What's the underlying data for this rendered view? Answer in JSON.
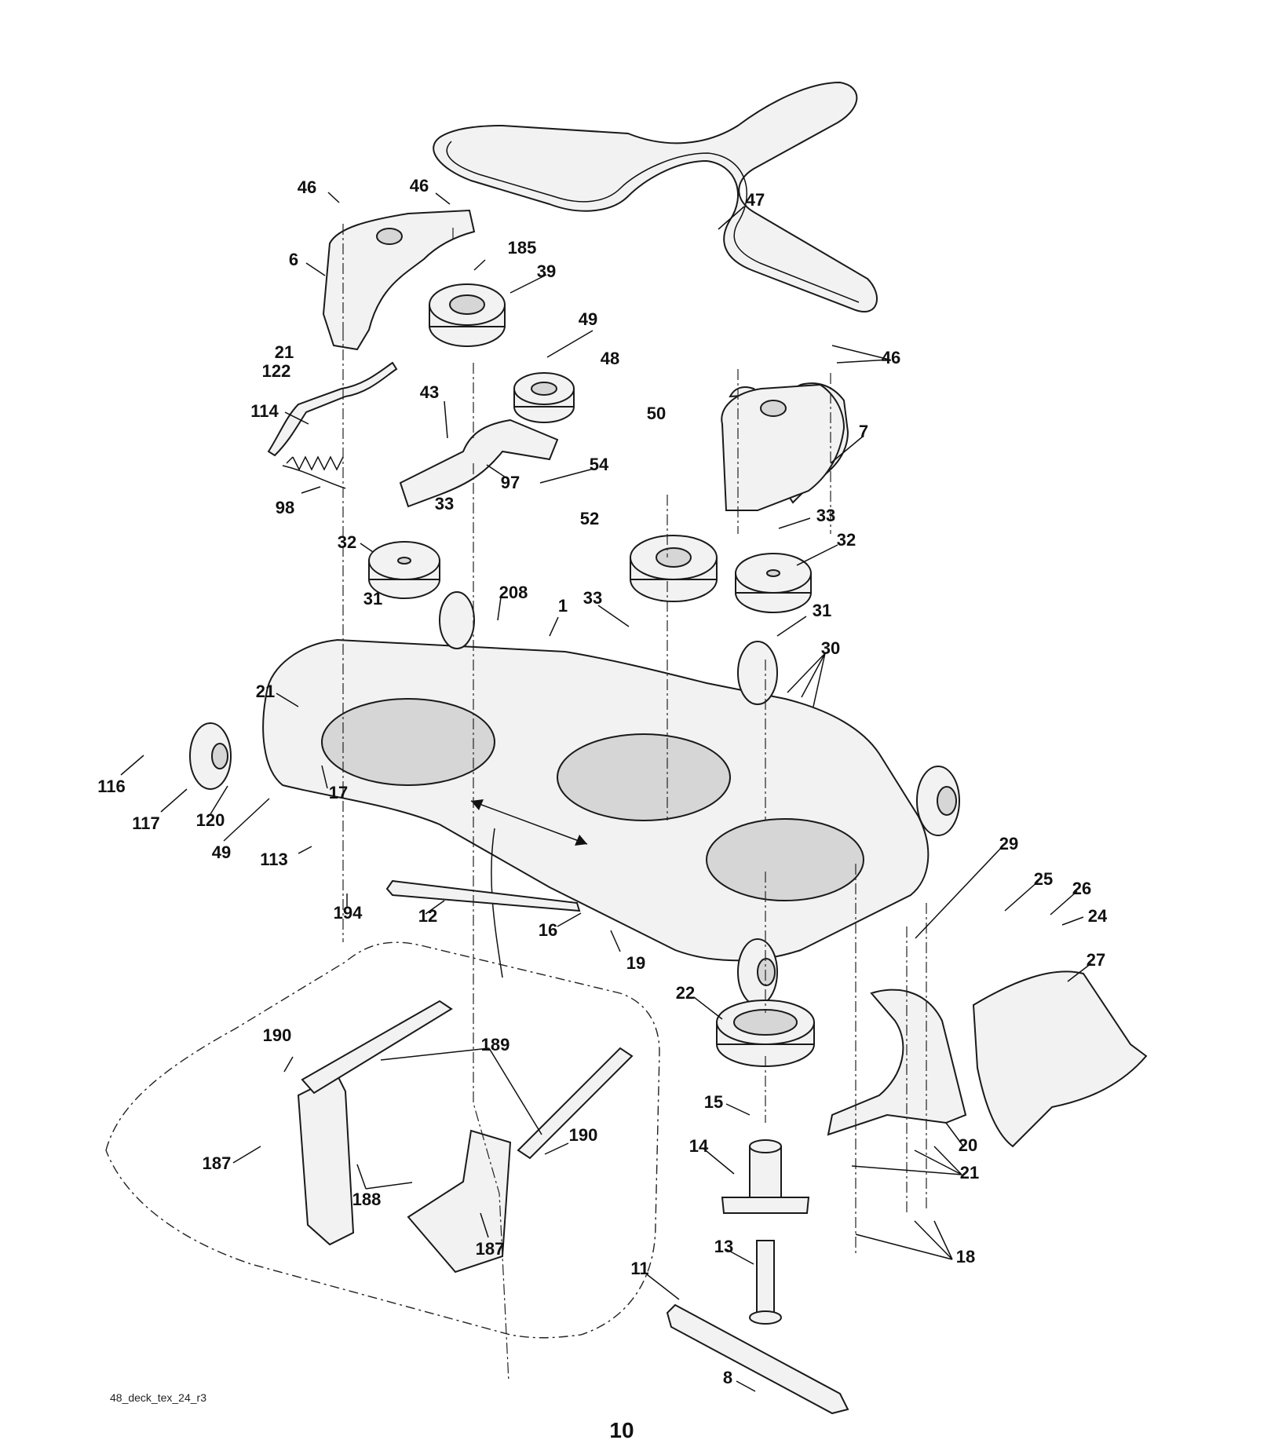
{
  "diagram": {
    "file_label": "48_deck_tex_24_r3",
    "page_number": "10",
    "callouts": [
      {
        "id": "c46a",
        "text": "46"
      },
      {
        "id": "c46b",
        "text": "46"
      },
      {
        "id": "c47",
        "text": "47"
      },
      {
        "id": "c6",
        "text": "6"
      },
      {
        "id": "c185",
        "text": "185"
      },
      {
        "id": "c39",
        "text": "39"
      },
      {
        "id": "c49a",
        "text": "49"
      },
      {
        "id": "c48",
        "text": "48"
      },
      {
        "id": "c46c",
        "text": "46"
      },
      {
        "id": "c21a",
        "text": "21"
      },
      {
        "id": "c122",
        "text": "122"
      },
      {
        "id": "c43",
        "text": "43"
      },
      {
        "id": "c50",
        "text": "50"
      },
      {
        "id": "c7",
        "text": "7"
      },
      {
        "id": "c114",
        "text": "114"
      },
      {
        "id": "c54",
        "text": "54"
      },
      {
        "id": "c97",
        "text": "97"
      },
      {
        "id": "c98",
        "text": "98"
      },
      {
        "id": "c33a",
        "text": "33"
      },
      {
        "id": "c52",
        "text": "52"
      },
      {
        "id": "c33b",
        "text": "33"
      },
      {
        "id": "c32a",
        "text": "32"
      },
      {
        "id": "c32b",
        "text": "32"
      },
      {
        "id": "c208",
        "text": "208"
      },
      {
        "id": "c31a",
        "text": "31"
      },
      {
        "id": "c1",
        "text": "1"
      },
      {
        "id": "c33c",
        "text": "33"
      },
      {
        "id": "c31b",
        "text": "31"
      },
      {
        "id": "c30",
        "text": "30"
      },
      {
        "id": "c21b",
        "text": "21"
      },
      {
        "id": "c116",
        "text": "116"
      },
      {
        "id": "c17",
        "text": "17"
      },
      {
        "id": "c117",
        "text": "117"
      },
      {
        "id": "c120",
        "text": "120"
      },
      {
        "id": "c49b",
        "text": "49"
      },
      {
        "id": "c113",
        "text": "113"
      },
      {
        "id": "c29",
        "text": "29"
      },
      {
        "id": "c25",
        "text": "25"
      },
      {
        "id": "c26",
        "text": "26"
      },
      {
        "id": "c24",
        "text": "24"
      },
      {
        "id": "c194",
        "text": "194"
      },
      {
        "id": "c12",
        "text": "12"
      },
      {
        "id": "c16",
        "text": "16"
      },
      {
        "id": "c19",
        "text": "19"
      },
      {
        "id": "c27",
        "text": "27"
      },
      {
        "id": "c22",
        "text": "22"
      },
      {
        "id": "c190a",
        "text": "190"
      },
      {
        "id": "c189",
        "text": "189"
      },
      {
        "id": "c15",
        "text": "15"
      },
      {
        "id": "c20",
        "text": "20"
      },
      {
        "id": "c190b",
        "text": "190"
      },
      {
        "id": "c14",
        "text": "14"
      },
      {
        "id": "c21c",
        "text": "21"
      },
      {
        "id": "c187a",
        "text": "187"
      },
      {
        "id": "c188",
        "text": "188"
      },
      {
        "id": "c187b",
        "text": "187"
      },
      {
        "id": "c13",
        "text": "13"
      },
      {
        "id": "c18",
        "text": "18"
      },
      {
        "id": "c11",
        "text": "11"
      },
      {
        "id": "c8",
        "text": "8"
      }
    ]
  }
}
